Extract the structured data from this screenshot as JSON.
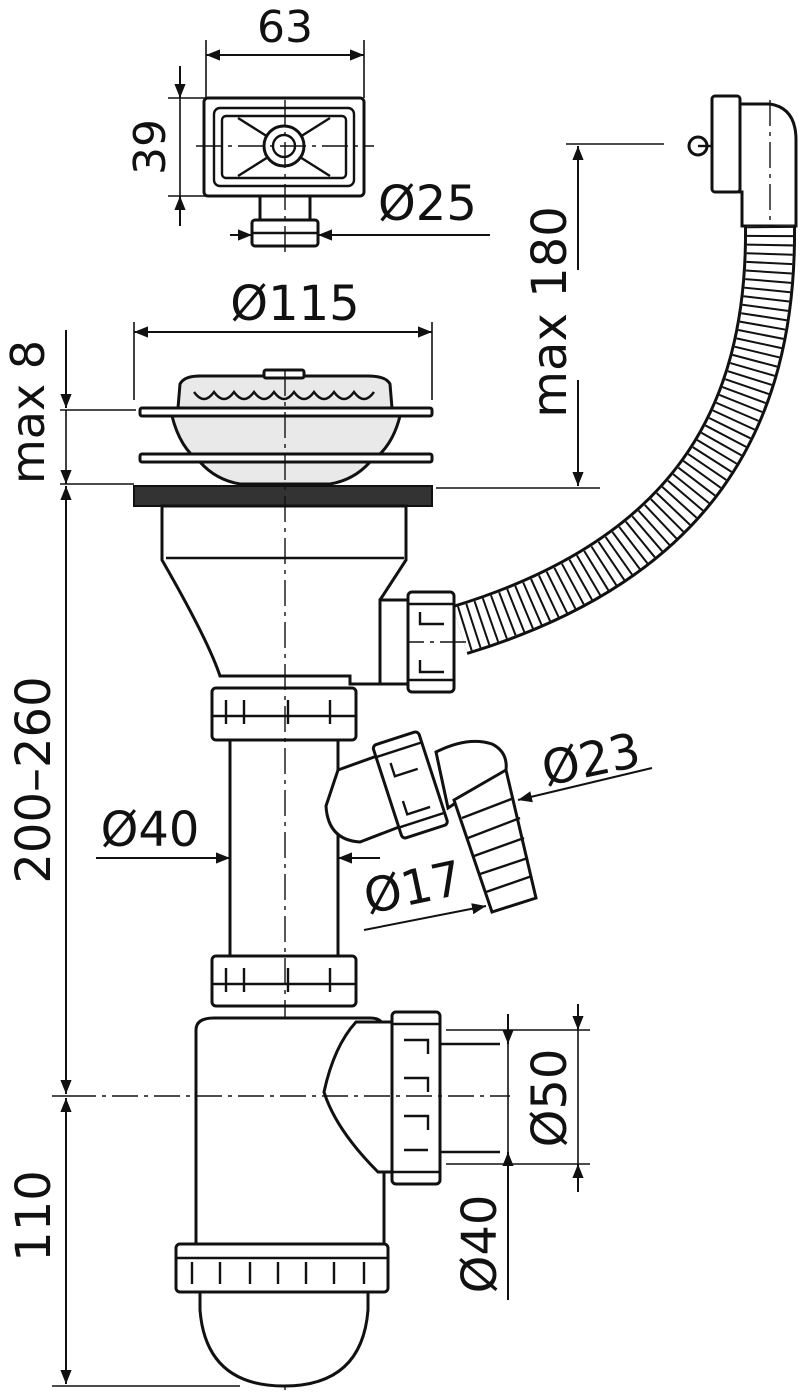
{
  "diagram": {
    "labels": {
      "overflow_width": "63",
      "overflow_height": "39",
      "overflow_outlet": "Ø25",
      "strainer_diameter": "Ø115",
      "flange_height": "max 8",
      "hose_length": "max 180",
      "trap_height": "200–260",
      "tube_diameter": "Ø40",
      "appliance_hose_outer": "Ø23",
      "appliance_hose_inner": "Ø17",
      "outlet_outer": "Ø50",
      "outlet_inner": "Ø40",
      "bottle_height": "110"
    },
    "colors": {
      "line": "#111111",
      "fill": "#ffffff",
      "shade": "#e9e9e9",
      "gasket": "#333333"
    }
  }
}
